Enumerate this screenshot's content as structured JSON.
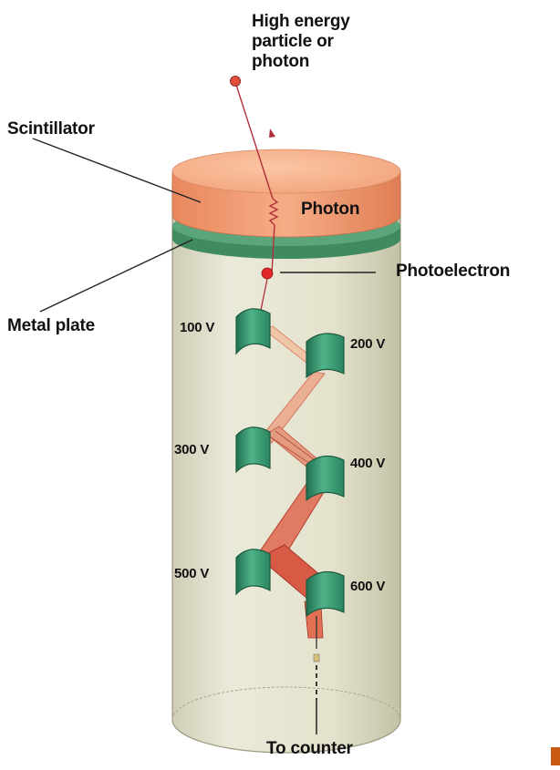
{
  "labels": {
    "particle": [
      "High energy",
      "particle or",
      "photon"
    ],
    "scintillator": "Scintillator",
    "photon": "Photon",
    "photoelectron": "Photoelectron",
    "metal_plate": "Metal plate",
    "to_counter": "To counter"
  },
  "dynodes": [
    {
      "voltage": "100 V"
    },
    {
      "voltage": "200 V"
    },
    {
      "voltage": "300 V"
    },
    {
      "voltage": "400 V"
    },
    {
      "voltage": "500 V"
    },
    {
      "voltage": "600 V"
    }
  ],
  "colors": {
    "scintillator": "#f0a27a",
    "metal_plate": "#3f8a5e",
    "tube": "#e4e3cf",
    "dynode": "#3a9a72",
    "beam": "#d8402c",
    "accent": "#c95a14"
  }
}
